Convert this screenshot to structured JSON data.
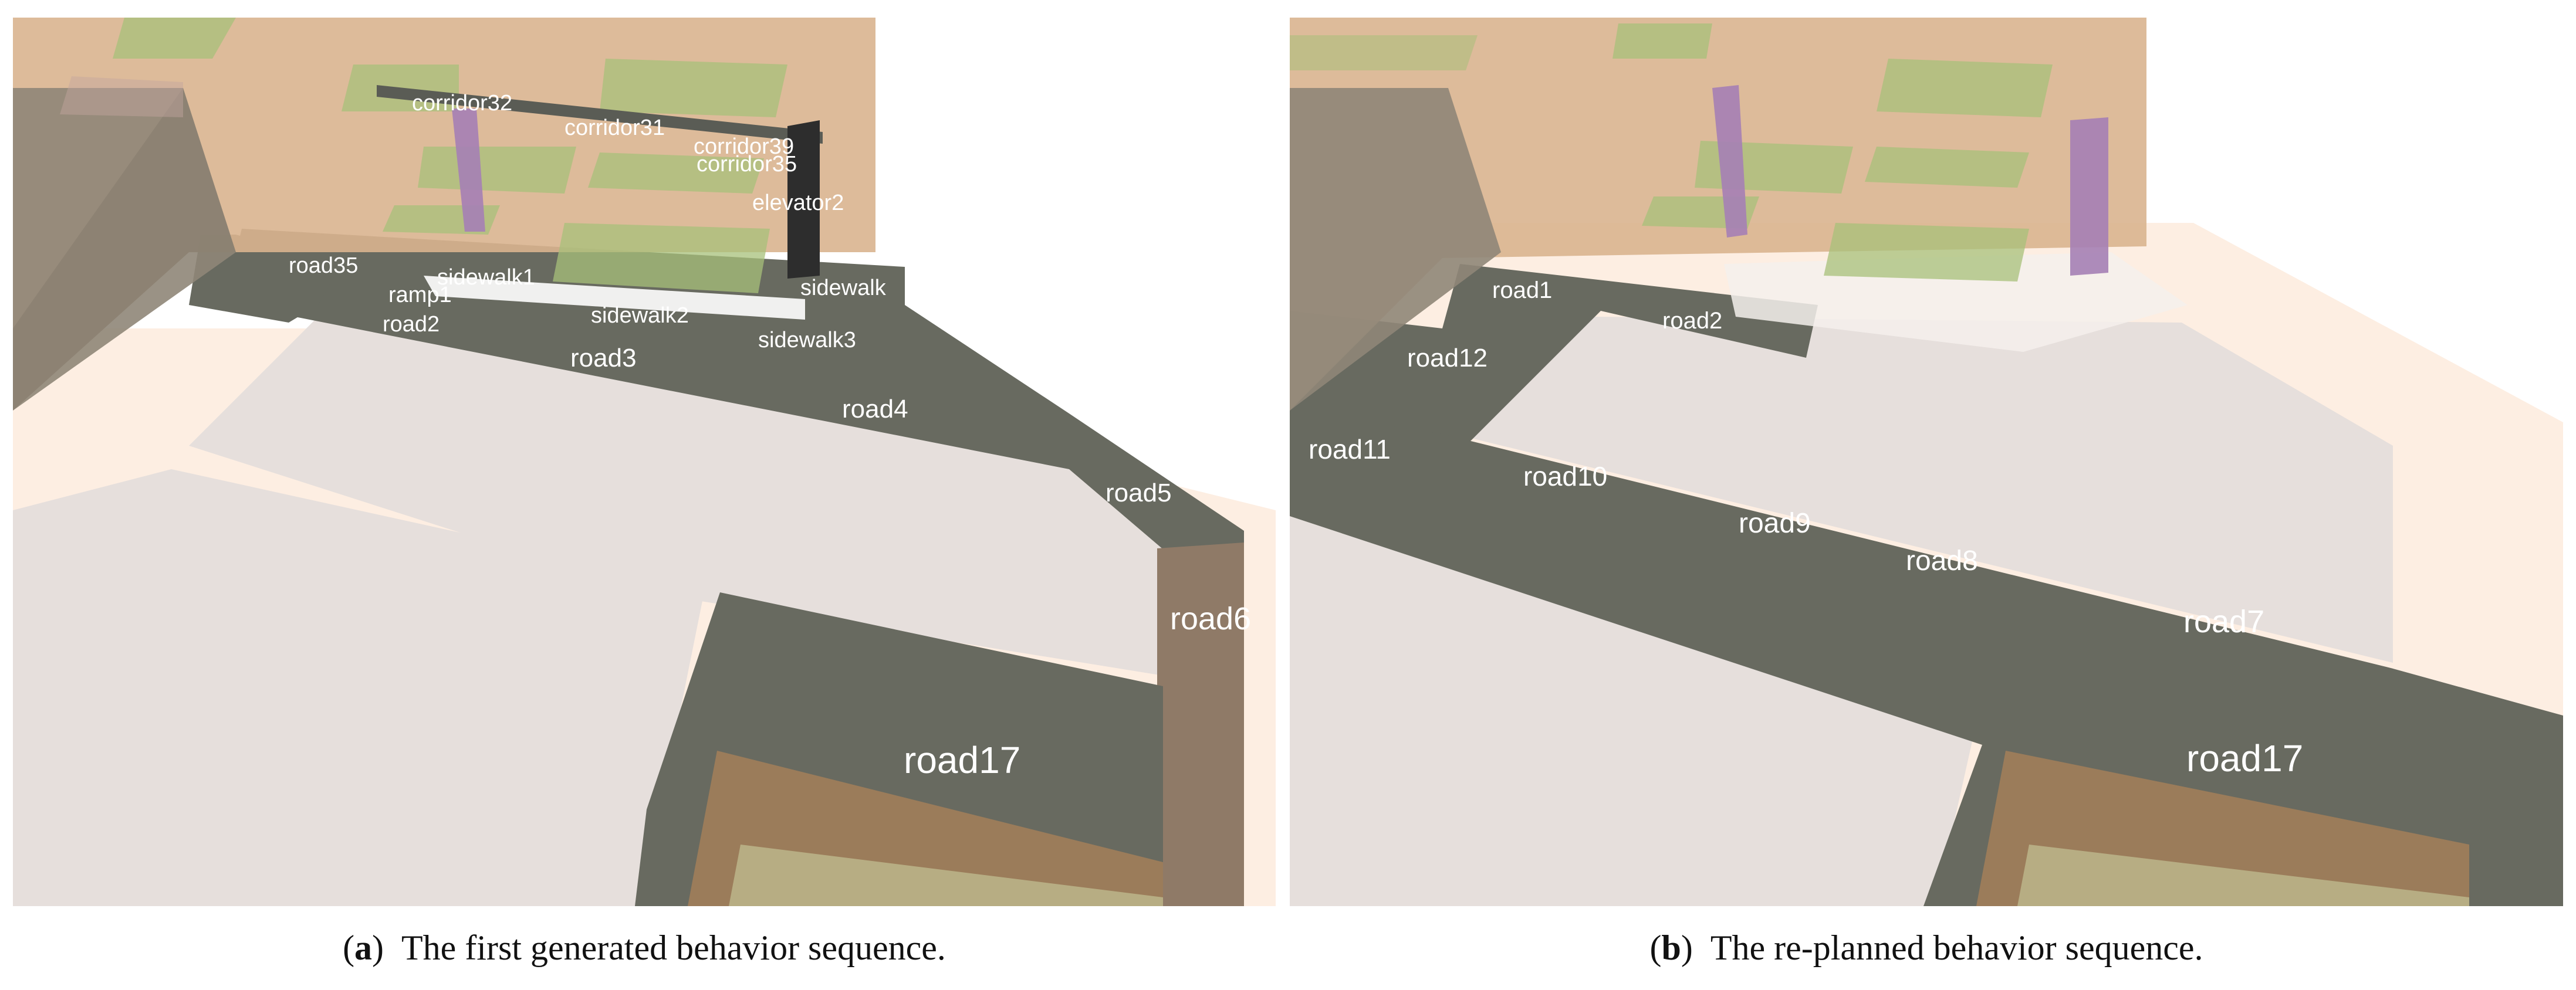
{
  "panel_a": {
    "labels": {
      "corridor32": "corridor32",
      "corridor31": "corridor31",
      "corridor39": "corridor39",
      "corridor35": "corridor35",
      "elevator2": "elevator2",
      "road35": "road35",
      "sidewalk1": "sidewalk1",
      "ramp1": "ramp1",
      "road2": "road2",
      "sidewalk2": "sidewalk2",
      "sidewalk_a": "sidewalk",
      "sidewalk_b": "sidewalk3",
      "road3": "road3",
      "road4": "road4",
      "road5": "road5",
      "road6": "road6",
      "road17": "road17"
    },
    "caption": {
      "tag": "a",
      "text": "The first generated behavior sequence."
    }
  },
  "panel_b": {
    "labels": {
      "road1": "road1",
      "road2": "road2",
      "road12": "road12",
      "road11": "road11",
      "road10": "road10",
      "road9": "road9",
      "road8": "road8",
      "road7": "road7",
      "road17": "road17"
    },
    "caption": {
      "tag": "b",
      "text": "The re-planned behavior sequence."
    }
  },
  "colors": {
    "road": "#686a60",
    "building": "#d9b48f",
    "floor_green": "#a7c07a",
    "ground_light": "#fdeee2",
    "block_gray": "#e6dfdc",
    "elevator_purple": "#a57fb5",
    "elevator_dark": "#2d2d2d"
  }
}
